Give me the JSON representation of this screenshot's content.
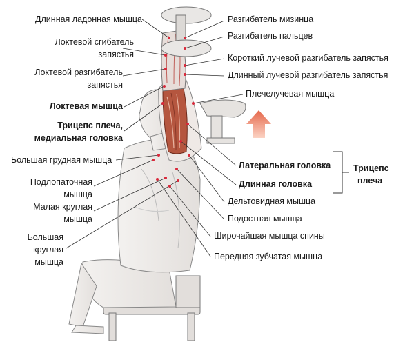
{
  "labels": {
    "left": {
      "palmaris_longus": "Длинная ладонная мышца",
      "flexor_carpi_ulnaris_1": "Локтевой сгибатель",
      "flexor_carpi_ulnaris_2": "запястья",
      "extensor_carpi_ulnaris_1": "Локтевой разгибатель",
      "extensor_carpi_ulnaris_2": "запястья",
      "anconeus": "Локтевая мышца",
      "triceps_medial_1": "Трицепс плеча,",
      "triceps_medial_2": "медиальная головка",
      "pectoralis_major": "Большая грудная мышца",
      "subscapularis_1": "Подлопаточная",
      "subscapularis_2": "мышца",
      "teres_minor_1": "Малая круглая",
      "teres_minor_2": "мышца",
      "teres_major_1": "Большая",
      "teres_major_2": "круглая",
      "teres_major_3": "мышца"
    },
    "right": {
      "extensor_digiti_minimi": "Разгибатель мизинца",
      "extensor_digitorum": "Разгибатель пальцев",
      "extensor_carpi_radialis_brevis": "Короткий лучевой разгибатель запястья",
      "extensor_carpi_radialis_longus": "Длинный лучевой разгибатель запястья",
      "brachioradialis": "Плечелучевая  мышца",
      "lateral_head": "Латеральная головка",
      "long_head": "Длинная головка",
      "deltoid": "Дельтовидная мышца",
      "infraspinatus": "Подостная мышца",
      "latissimus_dorsi": "Широчайшая мышца спины",
      "serratus_anterior": "Передняя зубчатая мышца"
    },
    "group": {
      "triceps_1": "Трицепс",
      "triceps_2": "плеча"
    }
  },
  "colors": {
    "muscle": "#b5563f",
    "leader": "#333333",
    "arrow": "#e5805a",
    "dot": "#d9283a"
  },
  "icons": [
    "dumbbell",
    "up-arrow"
  ]
}
